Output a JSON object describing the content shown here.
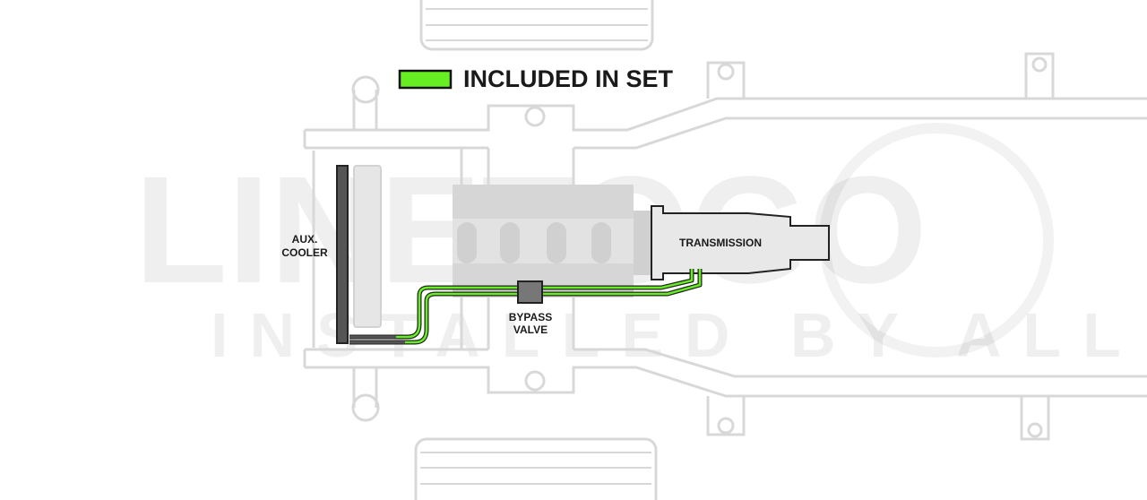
{
  "legend": {
    "label": "INCLUDED IN SET",
    "swatch_color": "#66ee22"
  },
  "labels": {
    "cooler": [
      "AUX.",
      "COOLER"
    ],
    "transmission": "TRANSMISSION",
    "bypass": [
      "BYPASS",
      "VALVE"
    ]
  },
  "watermark": {
    "brand": "LINETOGO",
    "tagline": "INSTALLED BY ALL"
  },
  "colors": {
    "line_green": "#66ee22",
    "outline": "#d8d8d8",
    "component": "#d4d4d4",
    "cooler_dark": "#555555"
  }
}
